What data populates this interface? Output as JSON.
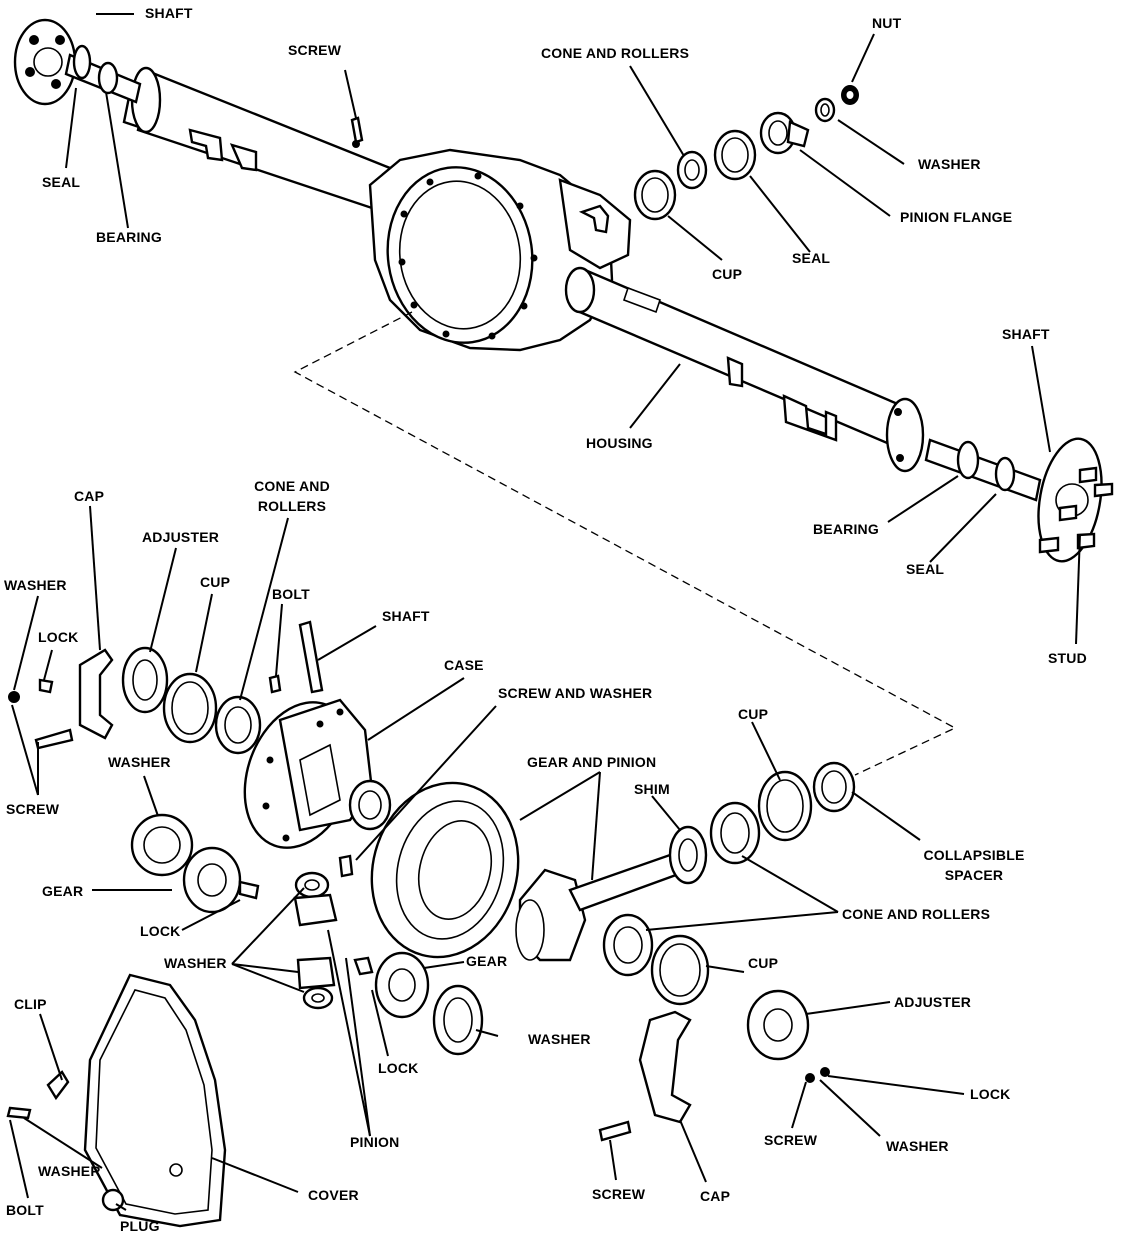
{
  "labels": {
    "shaft_top": "SHAFT",
    "seal_top": "SEAL",
    "bearing_top": "BEARING",
    "screw_top": "SCREW",
    "cone_rollers_top": "CONE AND ROLLERS",
    "nut": "NUT",
    "washer_top": "WASHER",
    "pinion_flange": "PINION FLANGE",
    "seal_mid": "SEAL",
    "cup_top": "CUP",
    "shaft_right": "SHAFT",
    "housing": "HOUSING",
    "bearing_right": "BEARING",
    "seal_right": "SEAL",
    "stud": "STUD",
    "cap_left": "CAP",
    "cone_rollers_left_1": "CONE AND",
    "cone_rollers_left_2": "ROLLERS",
    "adjuster_left": "ADJUSTER",
    "washer_left": "WASHER",
    "cup_left": "CUP",
    "bolt_mid": "BOLT",
    "shaft_mid": "SHAFT",
    "lock_left": "LOCK",
    "case": "CASE",
    "screw_and_washer": "SCREW AND WASHER",
    "screw_left": "SCREW",
    "washer_mid_left": "WASHER",
    "gear_and_pinion": "GEAR AND PINION",
    "cup_right": "CUP",
    "shim": "SHIM",
    "collapsible_spacer_1": "COLLAPSIBLE",
    "collapsible_spacer_2": "SPACER",
    "gear_left": "GEAR",
    "lock_mid_left": "LOCK",
    "cone_rollers_right": "CONE AND ROLLERS",
    "washer_pinions": "WASHER",
    "gear_right": "GEAR",
    "cup_lower": "CUP",
    "adjuster_right": "ADJUSTER",
    "clip": "CLIP",
    "washer_side": "WASHER",
    "lock_center": "LOCK",
    "lock_right": "LOCK",
    "pinion": "PINION",
    "screw_right": "SCREW",
    "washer_right": "WASHER",
    "washer_bottom": "WASHER",
    "bolt_bottom": "BOLT",
    "cover": "COVER",
    "plug": "PLUG",
    "screw_bottom": "SCREW",
    "cap_bottom": "CAP"
  }
}
